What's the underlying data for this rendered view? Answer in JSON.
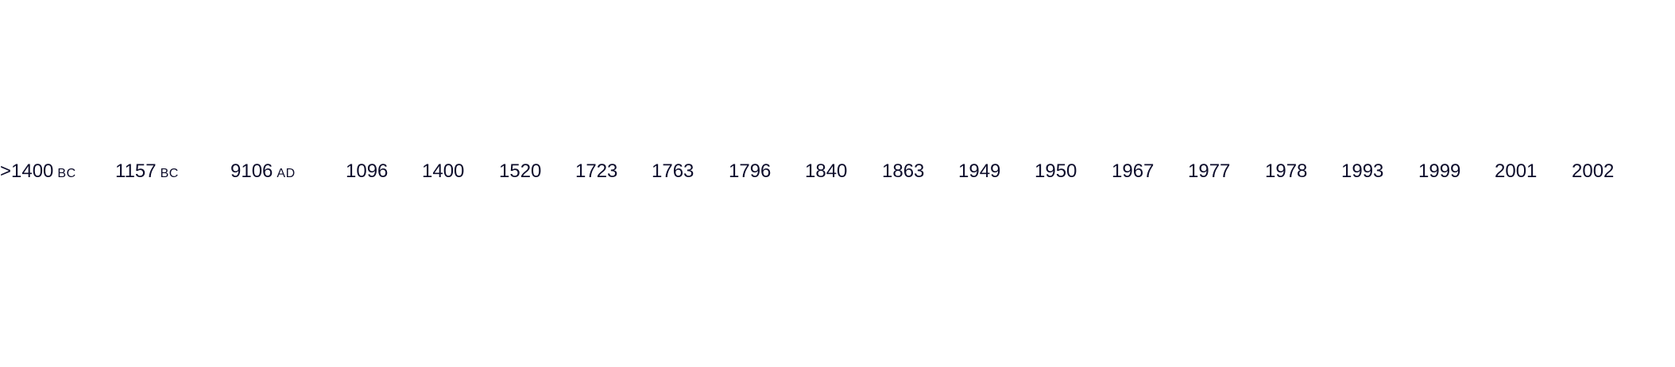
{
  "timeline": {
    "years": [
      {
        "label": ">1400",
        "era": "BC"
      },
      {
        "label": "1157",
        "era": "BC"
      },
      {
        "label": "9106",
        "era": "AD"
      },
      {
        "label": "1096",
        "era": ""
      },
      {
        "label": "1400",
        "era": ""
      },
      {
        "label": "1520",
        "era": ""
      },
      {
        "label": "1723",
        "era": ""
      },
      {
        "label": "1763",
        "era": ""
      },
      {
        "label": "1796",
        "era": ""
      },
      {
        "label": "1840",
        "era": ""
      },
      {
        "label": "1863",
        "era": ""
      },
      {
        "label": "1949",
        "era": ""
      },
      {
        "label": "1950",
        "era": ""
      },
      {
        "label": "1967",
        "era": ""
      },
      {
        "label": "1977",
        "era": ""
      },
      {
        "label": "1978",
        "era": ""
      },
      {
        "label": "1993",
        "era": ""
      },
      {
        "label": "1999",
        "era": ""
      },
      {
        "label": "2001",
        "era": ""
      },
      {
        "label": "2002",
        "era": ""
      }
    ]
  }
}
